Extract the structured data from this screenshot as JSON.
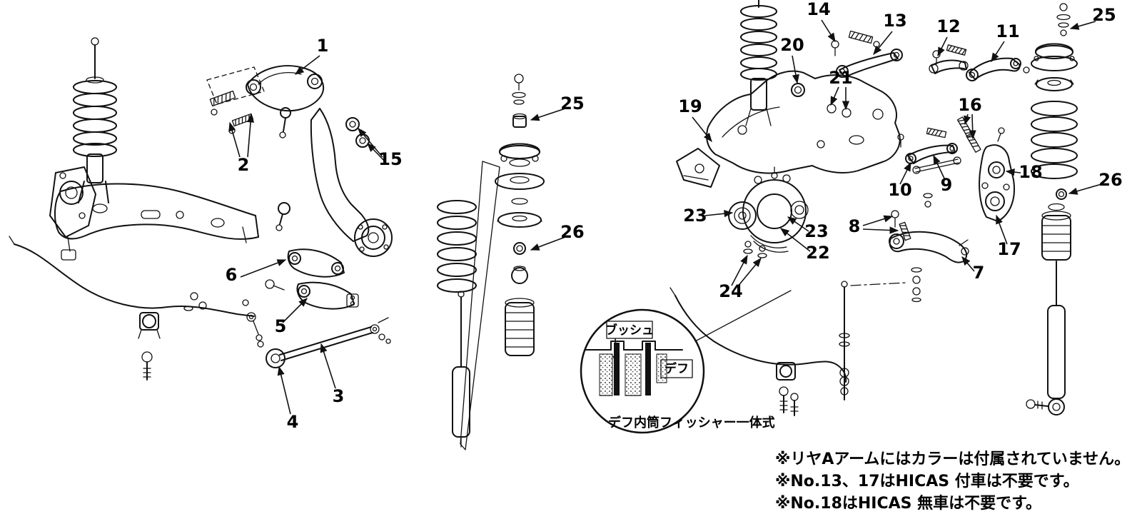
{
  "diagram": {
    "callouts": [
      {
        "label": "1"
      },
      {
        "label": "2"
      },
      {
        "label": "3"
      },
      {
        "label": "4"
      },
      {
        "label": "5"
      },
      {
        "label": "6"
      },
      {
        "label": "15"
      },
      {
        "label": "25"
      },
      {
        "label": "26"
      },
      {
        "label": "19"
      },
      {
        "label": "20"
      },
      {
        "label": "14"
      },
      {
        "label": "21"
      },
      {
        "label": "13"
      },
      {
        "label": "12"
      },
      {
        "label": "11"
      },
      {
        "label": "25"
      },
      {
        "label": "16"
      },
      {
        "label": "10"
      },
      {
        "label": "9"
      },
      {
        "label": "18"
      },
      {
        "label": "26"
      },
      {
        "label": "23"
      },
      {
        "label": "23"
      },
      {
        "label": "22"
      },
      {
        "label": "8"
      },
      {
        "label": "24"
      },
      {
        "label": "7"
      },
      {
        "label": "17"
      }
    ]
  },
  "inset": {
    "bush_label": "ブッシュ",
    "diff_label": "デフ",
    "caption": "デフ内筒フィッシャー一体式"
  },
  "notes": {
    "line1": "※リヤAアームにはカラーは付属されていません。",
    "line2": "※No.13、17はHICAS 付車は不要です。",
    "line3": "※No.18はHICAS 無車は不要です。"
  },
  "colors": {
    "ink": "#111111",
    "background": "#ffffff"
  }
}
